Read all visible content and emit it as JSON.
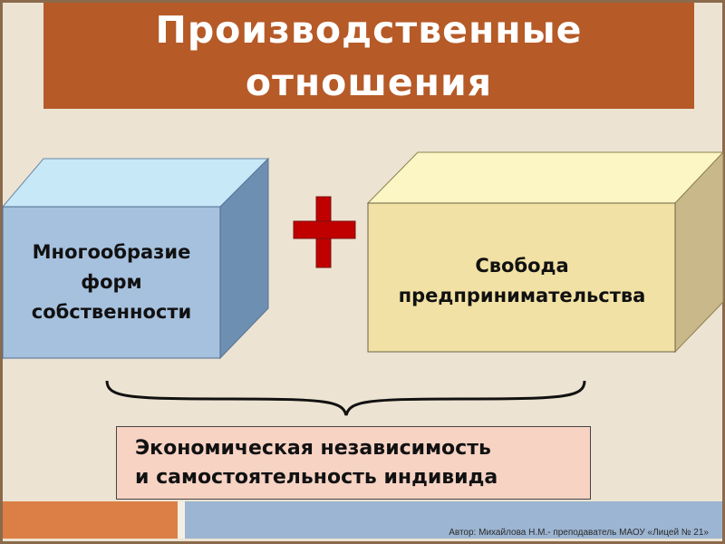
{
  "title": {
    "line1": "Производственные",
    "line2": "отношения"
  },
  "left_box": {
    "lines": [
      "Многообразие",
      "форм",
      "собственности"
    ]
  },
  "right_box": {
    "lines": [
      "Свобода",
      "предпринимательства"
    ]
  },
  "operator": "plus-icon",
  "result": {
    "lines": [
      "Экономическая независимость",
      "и самостоятельность индивида"
    ]
  },
  "credit": "Автор: Михайлова Н.М.- преподаватель МАОУ «Лицей № 21»",
  "colors": {
    "title_bg": "#b65a27",
    "left_box_front": "#a6c1de",
    "right_box_front": "#f1e1a4",
    "result_bg": "#f7d3c4",
    "plus": "#c00000"
  }
}
